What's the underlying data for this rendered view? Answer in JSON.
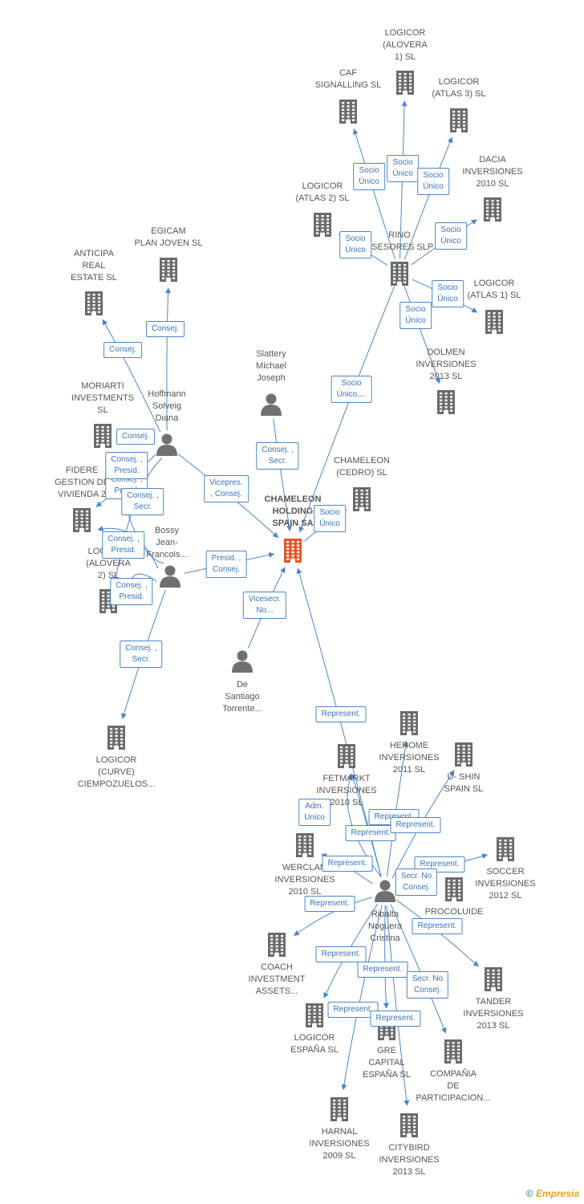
{
  "colors": {
    "company": "#6b6b6b",
    "main": "#e8542a",
    "person": "#707070",
    "edge": "#4a86c8",
    "tag_text": "#3a73b8",
    "label": "#555555"
  },
  "nodes": {
    "chameleon_holding": {
      "label": "CHAMELEON\nHOLDING\nSPAIN SA",
      "type": "main"
    },
    "logicor_alovera1": {
      "label": "LOGICOR\n(ALOVERA\n1) SL",
      "type": "company"
    },
    "caf": {
      "label": "CAF\nSIGNALLING SL",
      "type": "company"
    },
    "logicor_atlas3": {
      "label": "LOGICOR\n(ATLAS 3) SL",
      "type": "company"
    },
    "dacia": {
      "label": "DACIA\nINVERSIONES\n2010 SL",
      "type": "company"
    },
    "logicor_atlas2": {
      "label": "LOGICOR\n(ATLAS 2) SL",
      "type": "company"
    },
    "rino": {
      "label": "RINO\nASESORES SLP",
      "type": "company"
    },
    "logicor_atlas1": {
      "label": "LOGICOR\n(ATLAS 1) SL",
      "type": "company"
    },
    "dolmen": {
      "label": "DOLMEN\nINVERSIONES\n2013 SL",
      "type": "company"
    },
    "egicam": {
      "label": "EGICAM\nPLAN JOVEN SL",
      "type": "company"
    },
    "anticipa": {
      "label": "ANTICIPA\nREAL\nESTATE SL",
      "type": "company"
    },
    "moriarti": {
      "label": "MORIARTI\nINVESTMENTS\nSL",
      "type": "company"
    },
    "fidere": {
      "label": "FIDERE\nGESTION DE\nVIVIENDA 2",
      "type": "company"
    },
    "logicor_alovera2": {
      "label": "LOGICOR\n(ALOVERA\n2) SL",
      "type": "company"
    },
    "logicor_curve": {
      "label": "LOGICOR\n(CURVE)\nCIEMPOZUELOS...",
      "type": "company"
    },
    "chameleon_cedro": {
      "label": "CHAMELEON\n(CEDRO) SL",
      "type": "company"
    },
    "herome": {
      "label": "HEROME\nINVERSIONES\n2011 SL",
      "type": "company"
    },
    "ushin": {
      "label": "U- SHIN\nSPAIN SL",
      "type": "company"
    },
    "fetmarkt": {
      "label": "FETMARKT\nINVERSIONES\n2010 SL",
      "type": "company"
    },
    "werclam": {
      "label": "WERCLAM\nINVERSIONES\n2010 SL",
      "type": "company"
    },
    "soccer": {
      "label": "SOCCER\nINVERSIONES\n2012 SL",
      "type": "company"
    },
    "proculuide": {
      "label": "PROCOLUIDE\nSL",
      "type": "company"
    },
    "coach": {
      "label": "COACH\nINVESTMENT\nASSETS...",
      "type": "company"
    },
    "tander": {
      "label": "TANDER\nINVERSIONES\n2013 SL",
      "type": "company"
    },
    "logicor_espana": {
      "label": "LOGICOR\nESPAÑA SL",
      "type": "company"
    },
    "gre": {
      "label": "GRE\nCAPITAL\nESPAÑA SL",
      "type": "company"
    },
    "compania": {
      "label": "COMPAÑIA\nDE\nPARTICIPACION...",
      "type": "company"
    },
    "harnal": {
      "label": "HARNAL\nINVERSIONES\n2009 SL",
      "type": "company"
    },
    "citybird": {
      "label": "CITYBIRD\nINVERSIONES\n2013 SL",
      "type": "company"
    },
    "slattery": {
      "label": "Slattery\nMichael\nJoseph",
      "type": "person"
    },
    "hoffmann": {
      "label": "Hoffmann\nSolveig\nDiana",
      "type": "person"
    },
    "bossy": {
      "label": "Bossy\nJean-\nFrancois...",
      "type": "person"
    },
    "de_santiago": {
      "label": "De\nSantiago\nTorrente...",
      "type": "person"
    },
    "ribalta": {
      "label": "Ribalta\nNoguera\nCristina",
      "type": "person"
    }
  },
  "edges": [
    {
      "label": "Socio\nÚnico"
    },
    {
      "label": "Socio\nÚnico"
    },
    {
      "label": "Socio\nÚnico"
    },
    {
      "label": "Socio\nÚnico"
    },
    {
      "label": "Socio\nÚnico"
    },
    {
      "label": "Socio\nÚnico"
    },
    {
      "label": "Socio\nÚnico"
    },
    {
      "label": "Socio\nÚnico,..."
    },
    {
      "label": "Socio\nÚnico"
    },
    {
      "label": "Consej. ,\nSecr."
    },
    {
      "label": "Consej."
    },
    {
      "label": "Consej."
    },
    {
      "label": "Consej."
    },
    {
      "label": "Consej. ,\nPresid."
    },
    {
      "label": "Vicepres.\n, Consej."
    },
    {
      "label": "Consej. ,\nPresid."
    },
    {
      "label": "Consej. ,\nSecr."
    },
    {
      "label": "Consej. ,\nPresid."
    },
    {
      "label": "Presid. ,\nConsej."
    },
    {
      "label": "Consej. ,\nPresid."
    },
    {
      "label": "Consej. ,\nSecr."
    },
    {
      "label": "Vicesecr.\nNo..."
    },
    {
      "label": "Represent."
    },
    {
      "label": "Adm.\nUnico"
    },
    {
      "label": "Represent."
    },
    {
      "label": "Represent."
    },
    {
      "label": "Represent."
    },
    {
      "label": "Represent."
    },
    {
      "label": "Represent."
    },
    {
      "label": "Secr. No\nConsej."
    },
    {
      "label": "Represent."
    },
    {
      "label": "Represent."
    },
    {
      "label": "Represent."
    },
    {
      "label": "Represent."
    },
    {
      "label": "Secr. No\nConsej."
    },
    {
      "label": "Represent."
    },
    {
      "label": "Represent."
    }
  ],
  "copyright": {
    "symbol": "©",
    "brand": "Empresia"
  }
}
